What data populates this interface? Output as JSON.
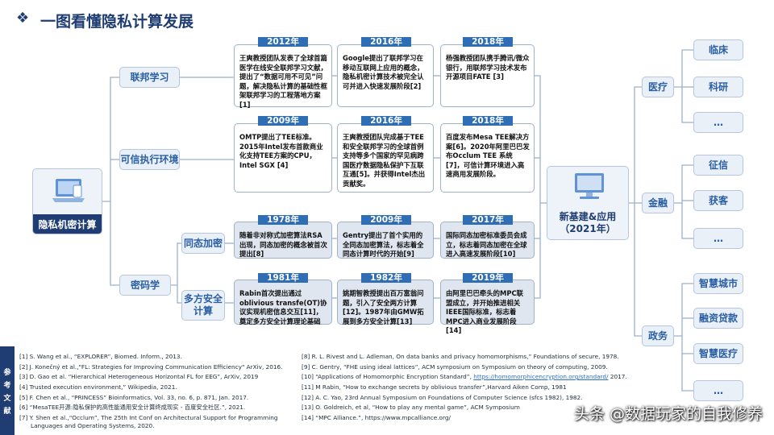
{
  "title": "一图看懂隐私计算发展",
  "root": {
    "label": "隐私机密计算",
    "icon": "laptop-icon"
  },
  "categories": {
    "federated": "联邦学习",
    "tee": "可信执行环境",
    "crypto": "密码学",
    "he": "同态加密",
    "mpc": "多方安全\n计算"
  },
  "events": {
    "fl": [
      {
        "year": "2012年",
        "text": "王爽教授团队发表了全球首篇医学在线安全联邦学习文献，提出了“数据可用不可见”问题，解决隐私计算的基础性框架联邦学习的工程落地方案[1]"
      },
      {
        "year": "2016年",
        "text": "Google提出了联邦学习在移动互联网上应用的概念，隐私机密计算技术被完全认可并进入快速发展阶段[2]"
      },
      {
        "year": "2018年",
        "text": "杨强教授团队携手腾讯/微众银行，用联邦学习技术发布开源项目FATE [3]"
      }
    ],
    "tee": [
      {
        "year": "2009年",
        "text": "OMTP提出了TEE标准。2015年Intel发布首款商业化支持TEE方案的CPU，Intel SGX [4]"
      },
      {
        "year": "2016年",
        "text": "王爽教授团队完成基于TEE和安全联邦学习的全球首例支持等多个国家的罕见病跨国医疗数据隐私保护下互联互通[5]。并获得Intel杰出贡献奖。"
      },
      {
        "year": "2018年",
        "text": "百度发布Mesa TEE解决方案[6]。2020年阿里巴巴发布Occlum TEE 系统[7]，可信计算环境进入高速商用发展阶段。"
      }
    ],
    "he": [
      {
        "year": "1978年",
        "text": "随着非对称式加密算法RSA出现，同态加密的概念被首次提出[8]"
      },
      {
        "year": "2009年",
        "text": "Gentry提出了首个实用的全同态加密算法，标志着全同态计算时代的开始[9]"
      },
      {
        "year": "2017年",
        "text": "国际同态加密标准委员会成立，标志着同态加密在全球进入高速发展阶段[10]"
      }
    ],
    "mpc": [
      {
        "year": "1981年",
        "text": "Rabin首次提出通过oblivious transfe(OT)协议实现机密信息交互[11]，奠定多方安全计算理论基础"
      },
      {
        "year": "1982年",
        "text": "姚期智教授提出百万富翁问题，引入了安全两方计算[12]。1987年由GMW拓展到多方安全计算[13]"
      },
      {
        "year": "2019年",
        "text": "由阿里巴巴牵头的MPC联盟成立，并开始推进相关IEEE国际标准，标志着MPC进入商业发展阶段[14]"
      }
    ]
  },
  "hub": {
    "label": "新基建&应用\n（2021年）",
    "icon": "monitor-icon"
  },
  "apps": [
    {
      "label": "医疗",
      "children": [
        "临床",
        "科研",
        "…"
      ]
    },
    {
      "label": "金融",
      "children": [
        "征信",
        "获客",
        "…"
      ]
    },
    {
      "label": "政务",
      "children": [
        "智慧城市",
        "融资贷款",
        "智慧医疗",
        "…"
      ]
    }
  ],
  "refs_label": [
    "参",
    "考",
    "文",
    "献"
  ],
  "refs_left": [
    "[1] S. Wang et al., “EXPLORER”, Biomed. Inform., 2013.",
    "[2] J. Konečný et al.,\"FL: Strategies for Improving Communication Efficiency\" ArXiv, 2016.",
    "[3] D. Gao et al. “Hierarchical Heterogeneous Horizontal FL for EEG”, ArXiv, 2019",
    "[4] Trusted execution environment,” Wikipedia, 2021.",
    "[5] F. Chen et al., “PRINCESS” Bioinformatics, Vol. 33, no. 6, p. 871, Jan. 2017.",
    "[6] “MesaTEE开源:隐私保护的高性能通用安全计算终成现实 - 百度安全社区.”, 2021.",
    "[7] Y. Shen et al.,“Occlum”, The 25th Int Conf on Architectural Support for Programming",
    "Languages and Operating Systems, 2020."
  ],
  "refs_right": [
    "[8] R. L. Rivest and L. Adleman, On data banks and privacy homomorphisms,” Foundations of secure, 1978.",
    "[9] C. Gentry, “FHE using ideal lattices”, ACM symposium on Symposium on theory of computing,  2009.",
    "[11] M Rabin, “How to exchange secrets by oblivious transfer”,Harvard Aiken Comp, 1981",
    "[12] A. C. Yao, 23rd Annual Symposium on Foundations of Computer Science (sfcs 1982), 1982.",
    "[13] O. Goldreich, et al, “How to play any mental game”, ACM Symposium",
    "[14] “MPC Alliance.”, https://www.mpcalliance.org/"
  ],
  "ref10": {
    "prefix": "[10] “Applications of Homomorphic Encryption Standard”, ",
    "link": "https://homomorphicencryption.org/standard/",
    "suffix": " 2017."
  },
  "watermark": "头条 @数据玩家的自我修养",
  "colors": {
    "primary": "#1f3d72",
    "year_badge": "#2f6db5",
    "node_text": "#2a5fa3",
    "line": "#9bb0cc"
  }
}
